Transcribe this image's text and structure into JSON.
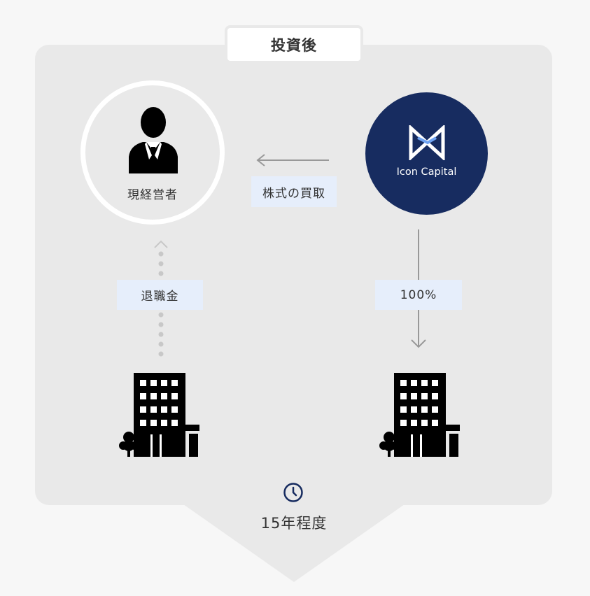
{
  "title": "投資後",
  "manager": {
    "label": "現経営者",
    "icon": "businessman-icon"
  },
  "investor": {
    "name": "Icon Capital",
    "logo": "icon-capital-logo",
    "color": "#172c60"
  },
  "flows": {
    "share_purchase": "株式の買取",
    "retirement_pay": "退職金",
    "ownership": "100%"
  },
  "duration": "15年程度",
  "colors": {
    "panel": "#e9e9e9",
    "tag": "#e6eefb",
    "navy": "#172c60"
  }
}
